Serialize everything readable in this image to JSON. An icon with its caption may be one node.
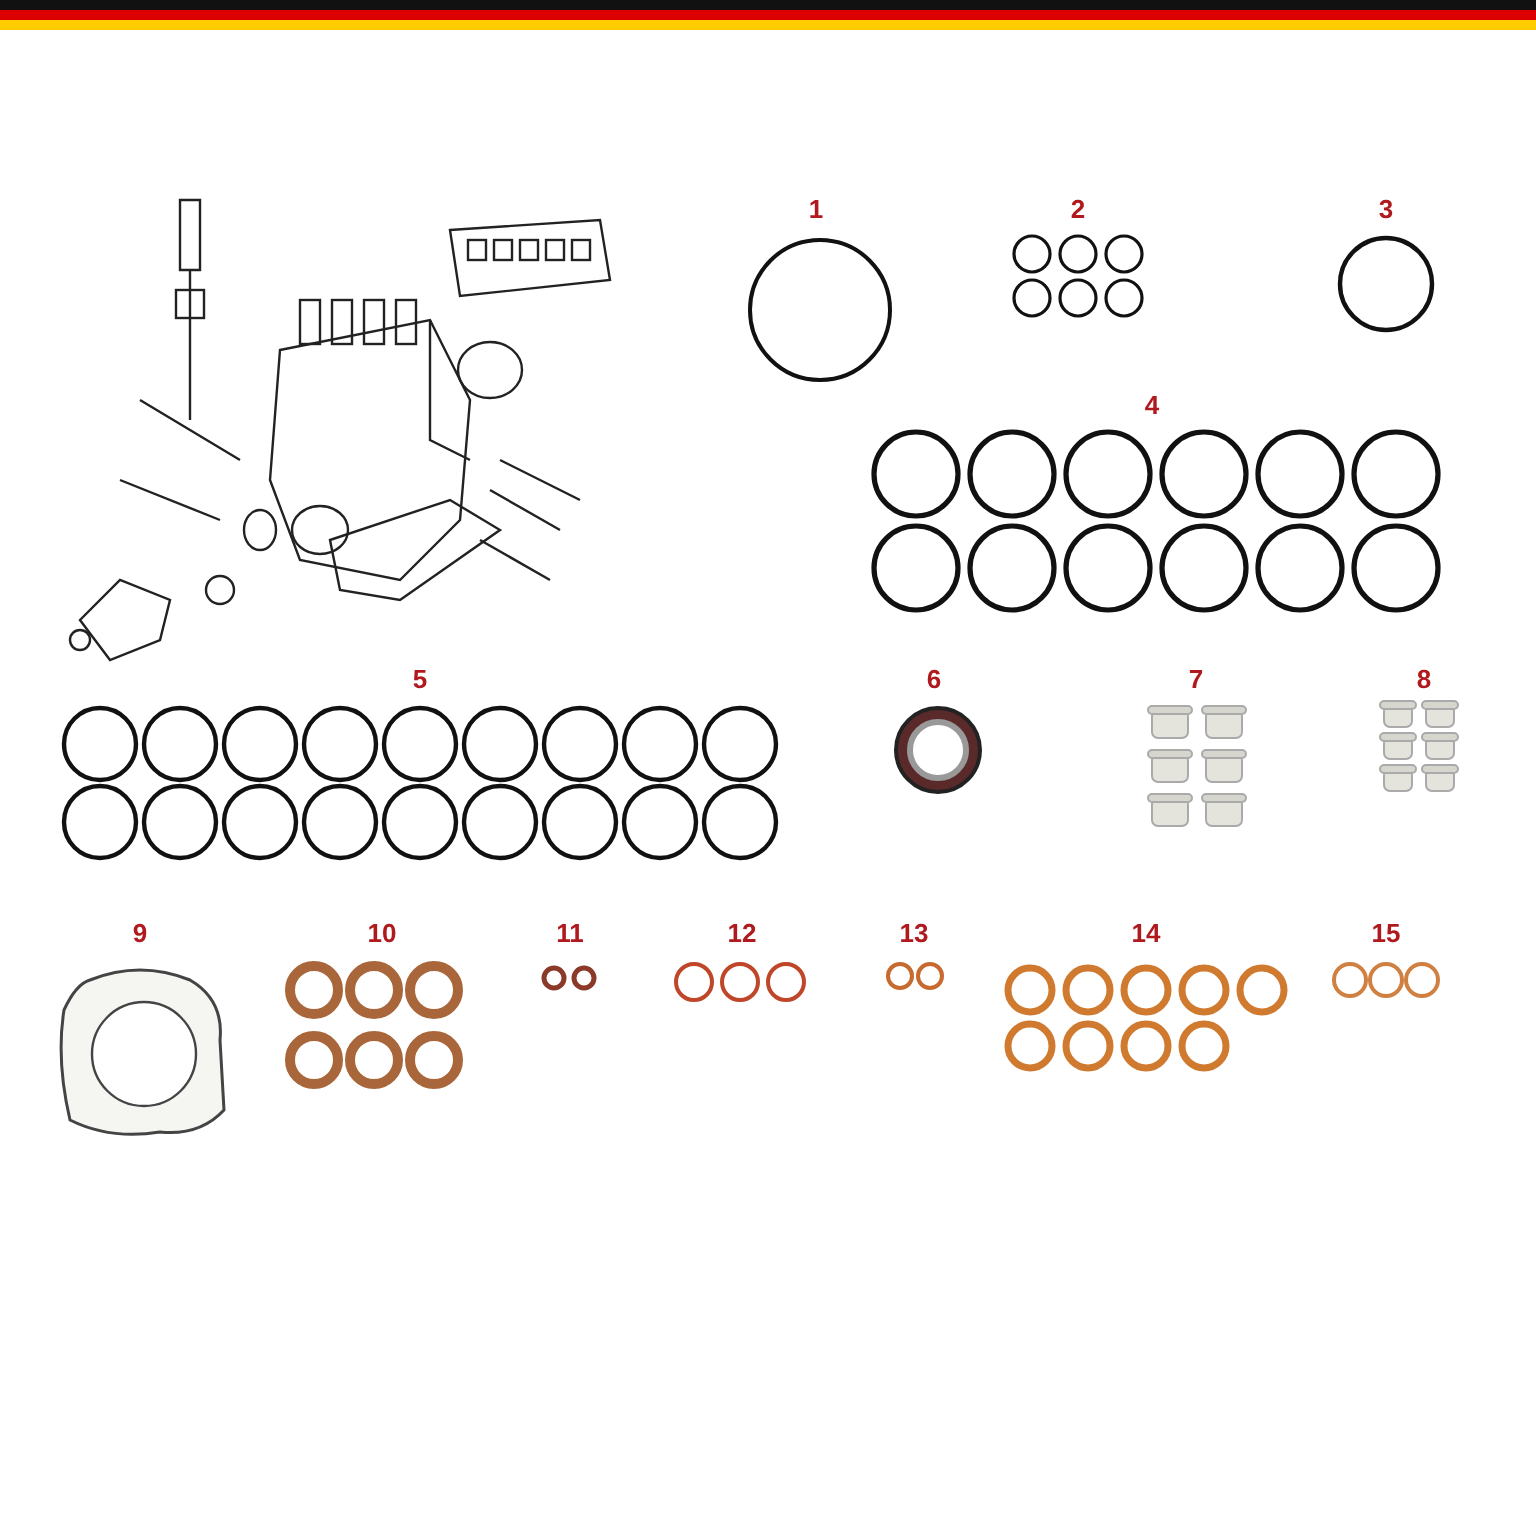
{
  "diagram": {
    "labels": [
      "1",
      "2",
      "3",
      "4",
      "5",
      "6",
      "7",
      "8",
      "9",
      "10",
      "11",
      "12",
      "13",
      "14",
      "15"
    ]
  }
}
